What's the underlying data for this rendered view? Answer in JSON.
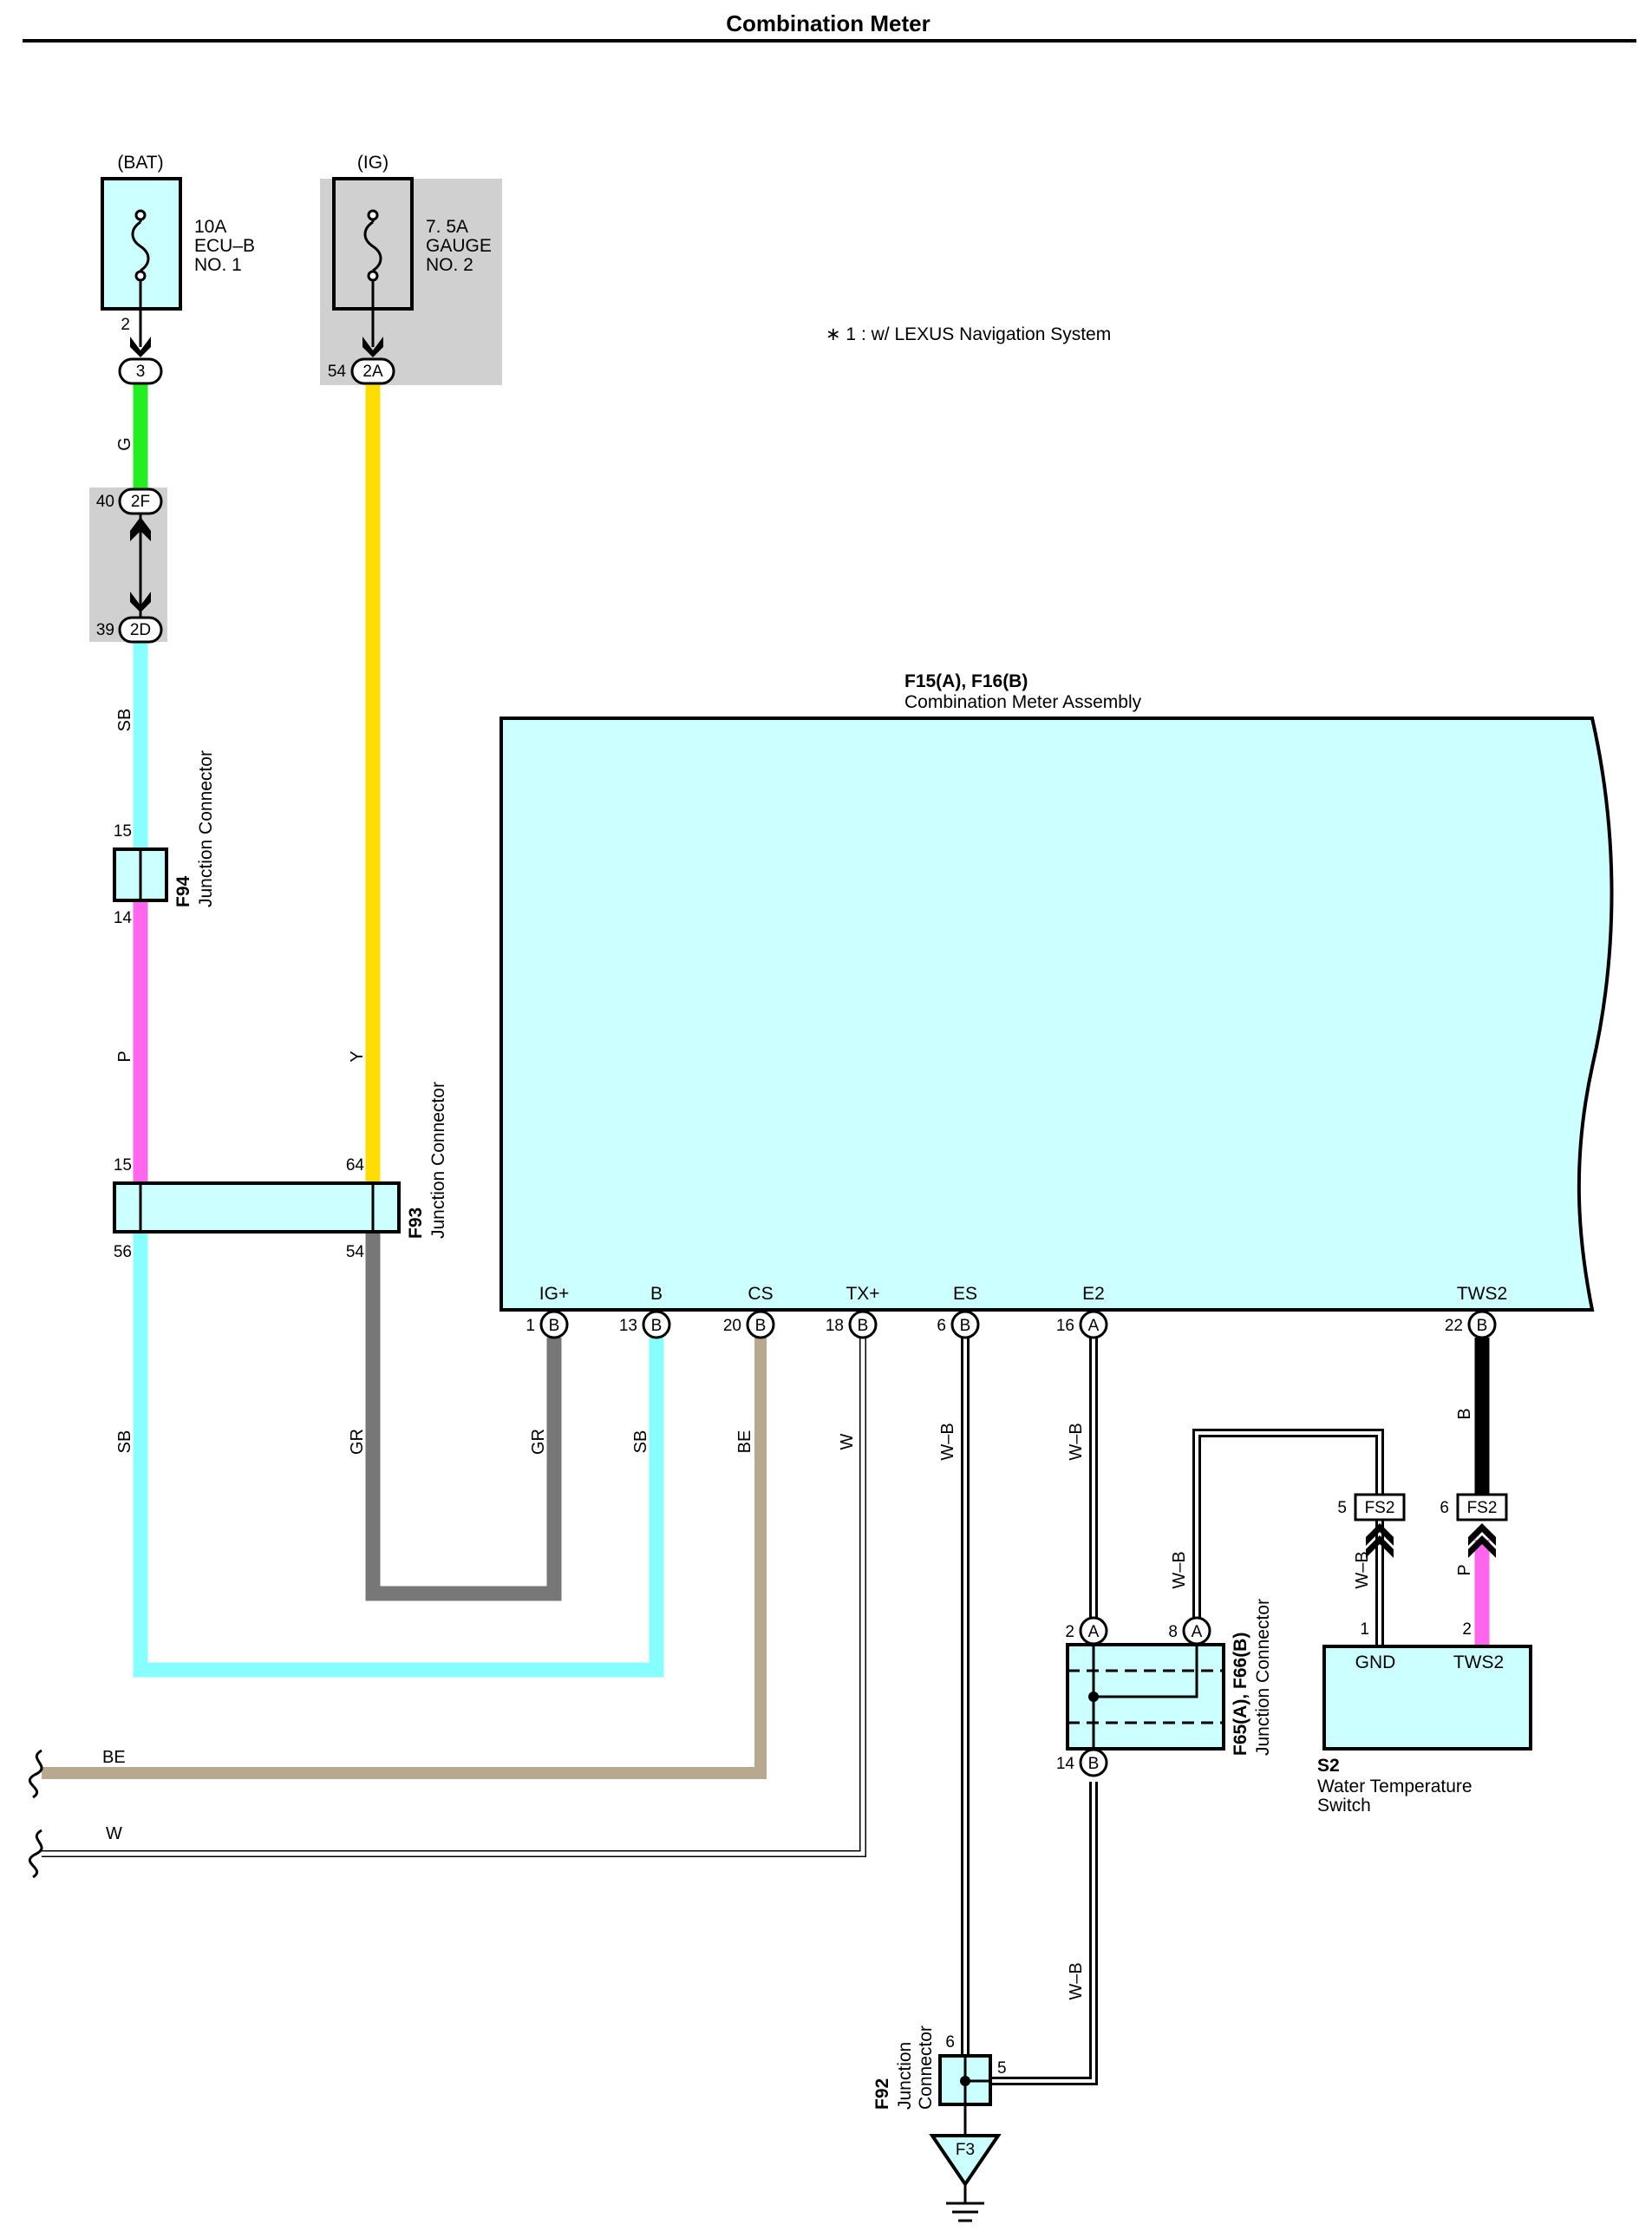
{
  "title": "Combination Meter",
  "note": "∗ 1 : w/ LEXUS Navigation System",
  "fuses": [
    {
      "source": "(BAT)",
      "rating": "10A",
      "name_line1": "ECU–B",
      "name_line2": "NO. 1",
      "pin": "2",
      "connector": "3"
    },
    {
      "source": "(IG)",
      "rating": "7. 5A",
      "name_line1": "GAUGE",
      "name_line2": "NO. 2",
      "pin": "54",
      "connector": "2A"
    }
  ],
  "inline_connectors": [
    {
      "pin": "40",
      "id": "2F"
    },
    {
      "pin": "39",
      "id": "2D"
    }
  ],
  "f94": {
    "code": "F94",
    "name": "Junction Connector",
    "pin_top": "15",
    "pin_bottom": "14"
  },
  "f93": {
    "code": "F93",
    "name": "Junction Connector",
    "pin_a_top": "15",
    "pin_b_top": "64",
    "pin_a_bottom": "56",
    "pin_b_bottom": "54"
  },
  "meter": {
    "code": "F15(A), F16(B)",
    "name": "Combination Meter Assembly",
    "terminals": [
      {
        "name": "IG+",
        "pin": "1",
        "conn": "B"
      },
      {
        "name": "B",
        "pin": "13",
        "conn": "B"
      },
      {
        "name": "CS",
        "pin": "20",
        "conn": "B"
      },
      {
        "name": "TX+",
        "pin": "18",
        "conn": "B"
      },
      {
        "name": "ES",
        "pin": "6",
        "conn": "B"
      },
      {
        "name": "E2",
        "pin": "16",
        "conn": "A"
      },
      {
        "name": "TWS2",
        "pin": "22",
        "conn": "B"
      }
    ]
  },
  "wire_labels": {
    "g": "G",
    "sb1": "SB",
    "p1": "P",
    "y": "Y",
    "sb2": "SB",
    "gr1": "GR",
    "gr2": "GR",
    "sb3": "SB",
    "be1": "BE",
    "w1": "W",
    "wb1": "W–B",
    "wb2": "W–B",
    "b": "B",
    "wb3": "W–B",
    "wb4": "W–B",
    "p2": "P",
    "be2": "BE",
    "w2": "W",
    "wb5": "W–B"
  },
  "fs2": [
    {
      "pin": "5",
      "id": "FS2"
    },
    {
      "pin": "6",
      "id": "FS2"
    }
  ],
  "f65": {
    "code": "F65(A), F66(B)",
    "name": "Junction Connector",
    "pins": [
      {
        "pin": "2",
        "conn": "A"
      },
      {
        "pin": "8",
        "conn": "A"
      },
      {
        "pin": "14",
        "conn": "B"
      }
    ]
  },
  "s2": {
    "code": "S2",
    "name_line1": "Water Temperature",
    "name_line2": "Switch",
    "term1": "GND",
    "term2": "TWS2",
    "pin1": "1",
    "pin2": "2"
  },
  "f92": {
    "code": "F92",
    "name_line1": "Junction",
    "name_line2": "Connector",
    "pin_top": "6",
    "pin_right": "5"
  },
  "ground": {
    "id": "F3"
  },
  "colors": {
    "green": "#22ee22",
    "skyblue": "#88ffff",
    "pink": "#ff66ee",
    "yellow": "#ffdd00",
    "gray": "#777777",
    "beige": "#b8a890",
    "fill_cyan": "#ccffff",
    "shade": "#d0d0d0"
  }
}
